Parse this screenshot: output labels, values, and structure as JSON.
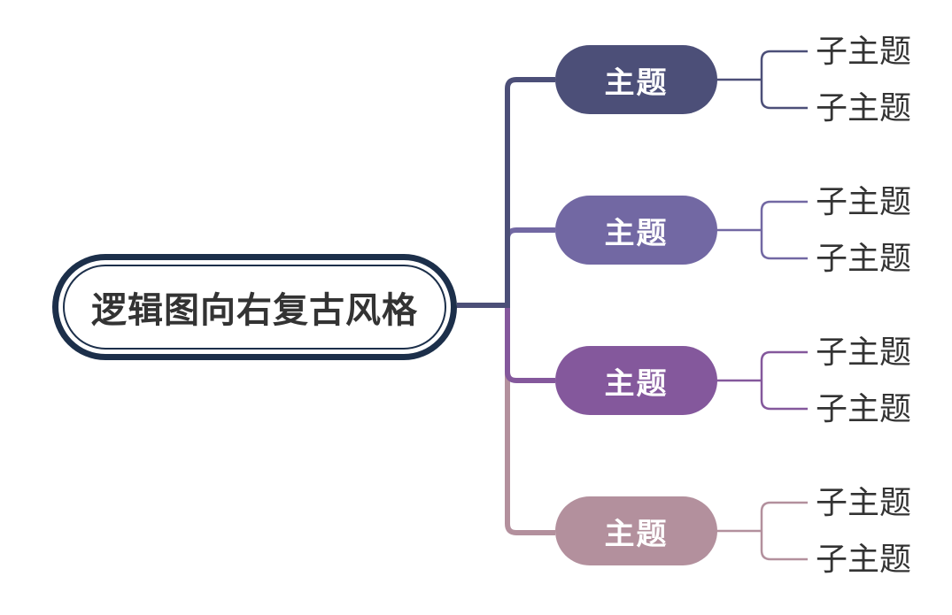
{
  "diagram": {
    "background": "#ffffff",
    "central": {
      "label": "逻辑图向右复古风格",
      "border_color": "#1c2f4a",
      "text_color": "#333333"
    },
    "topics": [
      {
        "label": "主题",
        "color": "#4c4f78",
        "text_color": "#ffffff",
        "subtopics": [
          "子主题",
          "子主题"
        ]
      },
      {
        "label": "主题",
        "color": "#7268a3",
        "text_color": "#ffffff",
        "subtopics": [
          "子主题",
          "子主题"
        ]
      },
      {
        "label": "主题",
        "color": "#84589c",
        "text_color": "#ffffff",
        "subtopics": [
          "子主题",
          "子主题"
        ]
      },
      {
        "label": "主题",
        "color": "#b3909d",
        "text_color": "#ffffff",
        "subtopics": [
          "子主题",
          "子主题"
        ]
      }
    ],
    "subtopic_text_color": "#333333"
  }
}
